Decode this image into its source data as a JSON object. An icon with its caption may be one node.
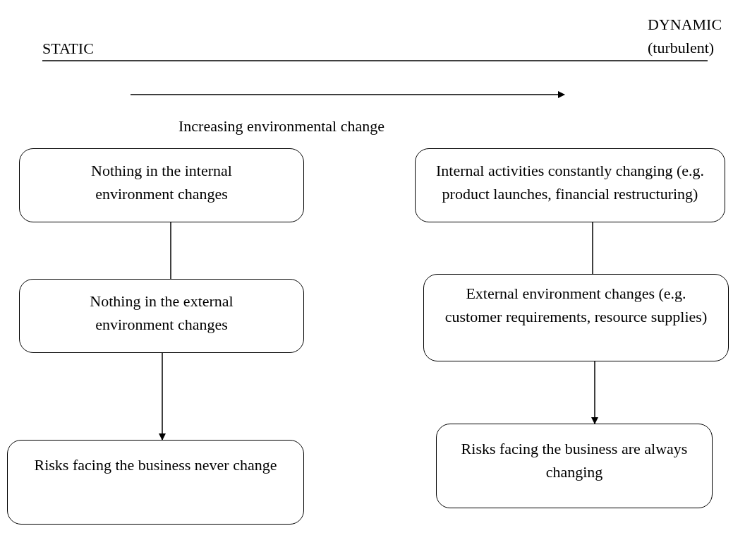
{
  "diagram": {
    "nodes": [
      {
        "text": [
          "Nothing in the internal environment changes"
        ]
      },
      {
        "text": [
          "Nothing in the external environment changes"
        ]
      },
      {
        "text": [
          "Risks facing the business never change"
        ]
      },
      {
        "text": [
          "Internal activities constantly changing (e.g. product launches, financial restructuring)"
        ]
      },
      {
        "text": [
          "External environment changes (e.g. customer requirements, resource supplies)"
        ]
      },
      {
        "text": [
          "Risks facing the business are always changing"
        ]
      }
    ],
    "edges": [
      {
        "from": 0,
        "to": 1,
        "arrow": "none"
      },
      {
        "from": 1,
        "to": 2,
        "arrow": "to"
      },
      {
        "from": 3,
        "to": 4,
        "arrow": "none"
      },
      {
        "from": 4,
        "to": 5,
        "arrow": "to"
      }
    ],
    "labels": [
      "STATIC",
      "DYNAMIC (turbulent)",
      "Increasing environmental change"
    ]
  }
}
